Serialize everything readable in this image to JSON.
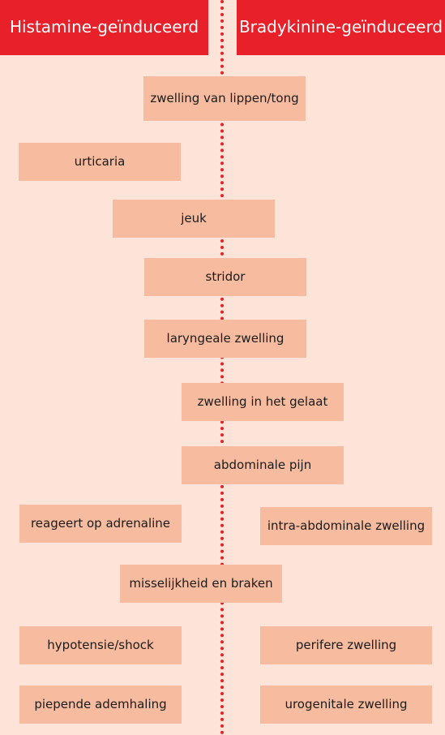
{
  "headers": {
    "left": "Histamine-geïnduceerd",
    "right": "Bradykinine-geïnduceerd"
  },
  "symptoms": {
    "lip_tongue_swelling": "zwelling van lippen/tong",
    "urticaria": "urticaria",
    "itch": "jeuk",
    "stridor": "stridor",
    "laryngeal_swelling": "laryngeale zwelling",
    "facial_swelling": "zwelling in het gelaat",
    "abdominal_pain": "abdominale pijn",
    "adrenaline_response": "reageert op adrenaline",
    "intra_abdominal_swelling": "intra-abdominale zwelling",
    "nausea_vomiting": "misselijkheid en braken",
    "hypotension_shock": "hypotensie/shock",
    "peripheral_swelling": "perifere zwelling",
    "wheezing": "piepende ademhaling",
    "urogenital_swelling": "urogenitale zwelling"
  },
  "colors": {
    "background": "#fde3d8",
    "header": "#e8202a",
    "box": "#f7bb9f",
    "divider": "#e8202a"
  }
}
